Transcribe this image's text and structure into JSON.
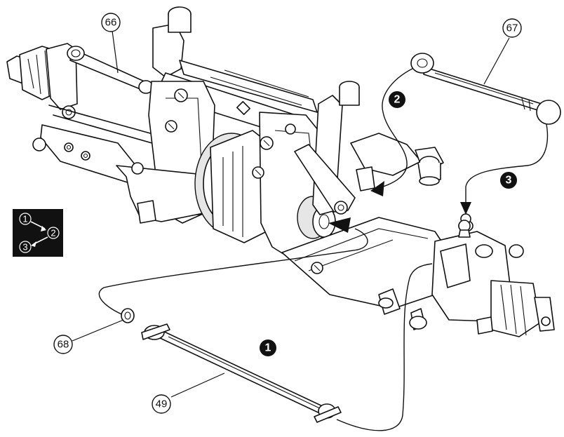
{
  "part_labels": {
    "p66": "66",
    "p67": "67",
    "p68": "68",
    "p49": "49"
  },
  "steps": {
    "s1": "1",
    "s2": "2",
    "s3": "3"
  },
  "sequence_box": {
    "a": "1",
    "b": "2",
    "c": "3"
  }
}
